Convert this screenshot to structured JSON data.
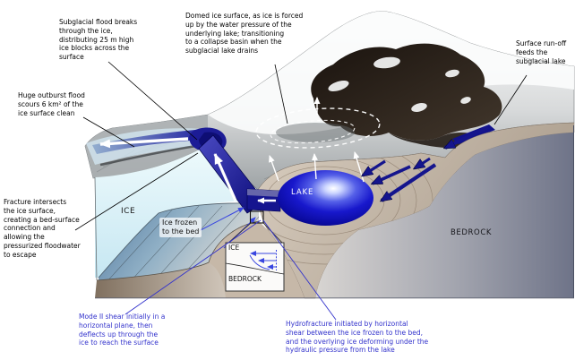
{
  "annotations": {
    "subglacial_flood": "Subglacial flood breaks\nthrough the ice,\ndistributing 25 m high\nice blocks across the\nsurface",
    "domed_ice": "Domed ice surface, as ice is forced\nup by the water pressure of the\nunderlying lake; transitioning\nto a collapse basin when the\nsubglacial lake drains",
    "surface_runoff": "Surface run-off\nfeeds the\nsubglacial lake",
    "huge_outburst": "Huge outburst flood\nscours 6 km² of the\nice surface clean",
    "fracture_intersects": "Fracture intersects\nthe ice surface,\ncreating a bed-surface\nconnection and\nallowing the\npressurized floodwater\nto escape",
    "mode_ii_shear": "Mode II shear initially in a\nhorizontal plane, then\ndeflects up through the\nice to reach the surface",
    "hydrofracture": "Hydrofracture initiated by horizontal\nshear between the ice frozen to the bed,\nand the overlying ice deforming under the\nhydraulic pressure from the lake"
  },
  "diagram_labels": {
    "ice": "ICE",
    "ice_frozen": "Ice frozen\nto the bed",
    "lake": "LAKE",
    "bedrock": "BEDROCK",
    "inset_ice": "ICE",
    "inset_bedrock": "BEDROCK"
  },
  "colors": {
    "annotation-blue": "#3333cc",
    "lake-navy": "#0d0d9a",
    "arrow-navy": "#15158d",
    "ice-cyan": "#d9f0f7",
    "bedrock-gray": "#7c8193",
    "bedrock-tan": "#c3b4a3",
    "leader-black": "#000000",
    "flood-white": "#ffffff"
  }
}
